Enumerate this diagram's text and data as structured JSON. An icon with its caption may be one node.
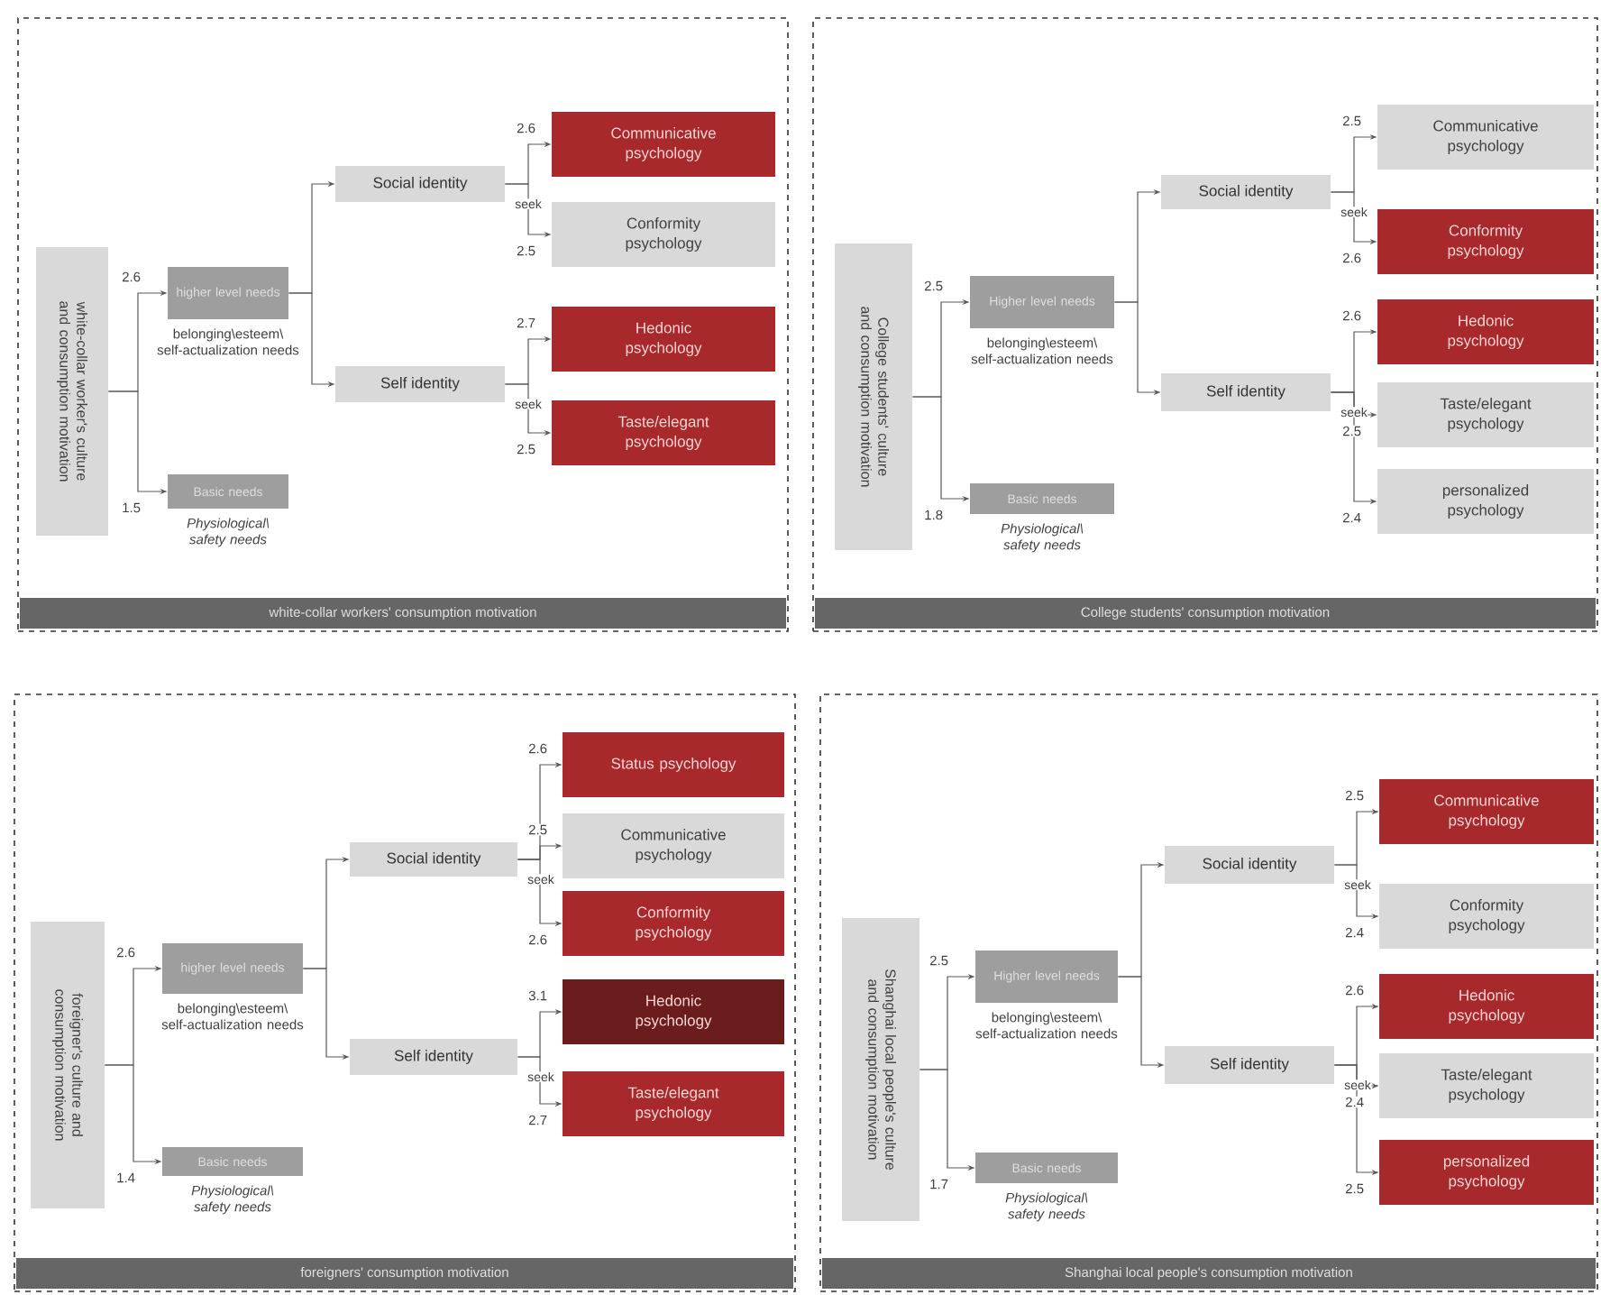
{
  "diagram": {
    "nodes": [
      {
        "text": [
          "white-collar workers' consumption motivation"
        ]
      },
      {
        "text": [
          "white-collar worker's culture and consumption motivation"
        ],
        "in": 0
      },
      {
        "text": [
          "higher level needs",
          "belonging\\esteem\\ self-actualization needs"
        ],
        "in": 0
      },
      {
        "text": [
          "Basic needs",
          "Physiological\\ safety needs"
        ],
        "in": 0
      },
      {
        "text": [
          "Social identity"
        ],
        "in": 0
      },
      {
        "text": [
          "Self identity"
        ],
        "in": 0
      },
      {
        "text": [
          "Communicative psychology"
        ],
        "in": 0
      },
      {
        "text": [
          "Conformity psychology"
        ],
        "in": 0
      },
      {
        "text": [
          "Hedonic psychology"
        ],
        "in": 0
      },
      {
        "text": [
          "Taste/elegant psychology"
        ],
        "in": 0
      },
      {
        "text": [
          "College students' consumption motivation"
        ]
      },
      {
        "text": [
          "College students' culture and consumption motivation"
        ],
        "in": 10
      },
      {
        "text": [
          "Higher level needs",
          "belonging\\esteem\\ self-actualization needs"
        ],
        "in": 10
      },
      {
        "text": [
          "Basic needs",
          "Physiological\\ safety needs"
        ],
        "in": 10
      },
      {
        "text": [
          "Social identity"
        ],
        "in": 10
      },
      {
        "text": [
          "Self identity"
        ],
        "in": 10
      },
      {
        "text": [
          "Communicative psychology"
        ],
        "in": 10
      },
      {
        "text": [
          "Conformity psychology"
        ],
        "in": 10
      },
      {
        "text": [
          "Hedonic psychology"
        ],
        "in": 10
      },
      {
        "text": [
          "Taste/elegant psychology"
        ],
        "in": 10
      },
      {
        "text": [
          "personalized psychology"
        ],
        "in": 10
      },
      {
        "text": [
          "foreigners' consumption motivation"
        ]
      },
      {
        "text": [
          "foreigner's culture and consumption motivation"
        ],
        "in": 21
      },
      {
        "text": [
          "higher level needs",
          "belonging\\esteem\\ self-actualization needs"
        ],
        "in": 21
      },
      {
        "text": [
          "Basic needs",
          "Physiological\\ safety needs"
        ],
        "in": 21
      },
      {
        "text": [
          "Social identity"
        ],
        "in": 21
      },
      {
        "text": [
          "Self identity"
        ],
        "in": 21
      },
      {
        "text": [
          "Status psychology"
        ],
        "in": 21
      },
      {
        "text": [
          "Communicative psychology"
        ],
        "in": 21
      },
      {
        "text": [
          "Conformity psychology"
        ],
        "in": 21
      },
      {
        "text": [
          "Hedonic psychology"
        ],
        "in": 21
      },
      {
        "text": [
          "Taste/elegant psychology"
        ],
        "in": 21
      },
      {
        "text": [
          "Shanghai local people's consumption motivation"
        ]
      },
      {
        "text": [
          "Shanghai local people's culture and consumption motivation"
        ],
        "in": 32
      },
      {
        "text": [
          "Higher level needs",
          "belonging\\esteem\\ self-actualization needs"
        ],
        "in": 32
      },
      {
        "text": [
          "Basic needs",
          "Physiological\\ safety needs"
        ],
        "in": 32
      },
      {
        "text": [
          "Social identity"
        ],
        "in": 32
      },
      {
        "text": [
          "Self identity"
        ],
        "in": 32
      },
      {
        "text": [
          "Communicative psychology"
        ],
        "in": 32
      },
      {
        "text": [
          "Conformity psychology"
        ],
        "in": 32
      },
      {
        "text": [
          "Hedonic psychology"
        ],
        "in": 32
      },
      {
        "text": [
          "Taste/elegant psychology"
        ],
        "in": 32
      },
      {
        "text": [
          "personalized psychology"
        ],
        "in": 32
      }
    ],
    "edges": [
      {
        "from": 1,
        "to": 2,
        "arrow": "to",
        "label": "2.6"
      },
      {
        "from": 1,
        "to": 3,
        "arrow": "to",
        "label": "1.5"
      },
      {
        "from": 2,
        "to": 4,
        "arrow": "to"
      },
      {
        "from": 2,
        "to": 5,
        "arrow": "to"
      },
      {
        "from": 4,
        "to": 6,
        "arrow": "to",
        "label": "2.6"
      },
      {
        "from": 4,
        "to": 7,
        "arrow": "to",
        "label": "2.5"
      },
      {
        "from": 5,
        "to": 8,
        "arrow": "to",
        "label": "2.7"
      },
      {
        "from": 5,
        "to": 9,
        "arrow": "to",
        "label": "2.5"
      },
      {
        "from": 11,
        "to": 12,
        "arrow": "to",
        "label": "2.5"
      },
      {
        "from": 11,
        "to": 13,
        "arrow": "to",
        "label": "1.8"
      },
      {
        "from": 12,
        "to": 14,
        "arrow": "to"
      },
      {
        "from": 12,
        "to": 15,
        "arrow": "to"
      },
      {
        "from": 14,
        "to": 16,
        "arrow": "to",
        "label": "2.5"
      },
      {
        "from": 14,
        "to": 17,
        "arrow": "to",
        "label": "2.6"
      },
      {
        "from": 15,
        "to": 18,
        "arrow": "to",
        "label": "2.6"
      },
      {
        "from": 15,
        "to": 19,
        "arrow": "to",
        "label": "2.5"
      },
      {
        "from": 15,
        "to": 20,
        "arrow": "to",
        "label": "2.4"
      },
      {
        "from": 22,
        "to": 23,
        "arrow": "to",
        "label": "2.6"
      },
      {
        "from": 22,
        "to": 24,
        "arrow": "to",
        "label": "1.4"
      },
      {
        "from": 23,
        "to": 25,
        "arrow": "to"
      },
      {
        "from": 23,
        "to": 26,
        "arrow": "to"
      },
      {
        "from": 25,
        "to": 27,
        "arrow": "to",
        "label": "2.6"
      },
      {
        "from": 25,
        "to": 28,
        "arrow": "to",
        "label": "2.5"
      },
      {
        "from": 25,
        "to": 29,
        "arrow": "to",
        "label": "2.6"
      },
      {
        "from": 26,
        "to": 30,
        "arrow": "to",
        "label": "3.1"
      },
      {
        "from": 26,
        "to": 31,
        "arrow": "to",
        "label": "2.7"
      },
      {
        "from": 33,
        "to": 34,
        "arrow": "to",
        "label": "2.5"
      },
      {
        "from": 33,
        "to": 35,
        "arrow": "to",
        "label": "1.7"
      },
      {
        "from": 34,
        "to": 36,
        "arrow": "to"
      },
      {
        "from": 34,
        "to": 37,
        "arrow": "to"
      },
      {
        "from": 36,
        "to": 38,
        "arrow": "to",
        "label": "2.5"
      },
      {
        "from": 36,
        "to": 39,
        "arrow": "to",
        "label": "2.4"
      },
      {
        "from": 37,
        "to": 40,
        "arrow": "to",
        "label": "2.6"
      },
      {
        "from": 37,
        "to": 41,
        "arrow": "to",
        "label": "2.4"
      },
      {
        "from": 37,
        "to": 42,
        "arrow": "to",
        "label": "2.5"
      }
    ],
    "labels": [
      "seek",
      "seek",
      "seek",
      "seek",
      "seek",
      "seek",
      "seek",
      "seek"
    ]
  }
}
